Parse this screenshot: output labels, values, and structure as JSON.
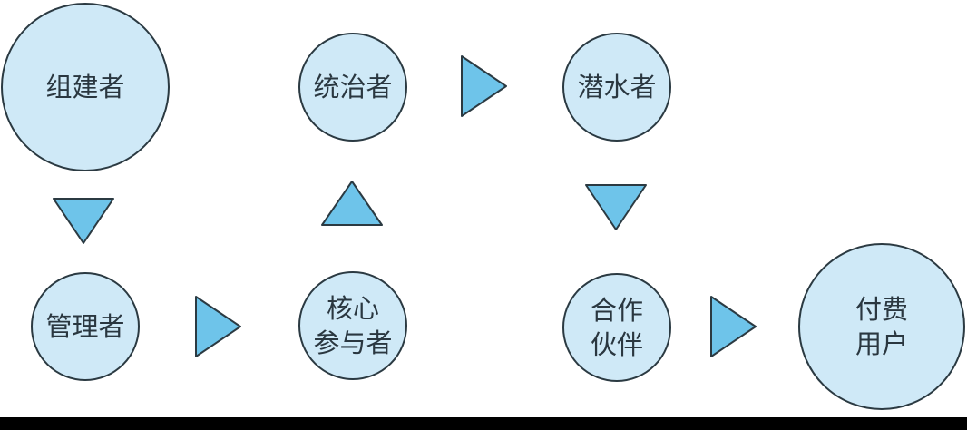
{
  "diagram": {
    "colors": {
      "node_fill": "#cfe9f7",
      "node_stroke": "#2b3a42",
      "arrow_fill": "#6ec4ea",
      "arrow_stroke": "#2b3a42",
      "text": "#2a3740",
      "background": "#ffffff"
    },
    "nodes": [
      {
        "id": "builder",
        "label": "组建者"
      },
      {
        "id": "ruler",
        "label": "统治者"
      },
      {
        "id": "lurker",
        "label": "潜水者"
      },
      {
        "id": "manager",
        "label": "管理者"
      },
      {
        "id": "core",
        "label": "核心\n参与者"
      },
      {
        "id": "partner",
        "label": "合作\n伙伴"
      },
      {
        "id": "paid",
        "label": "付费\n用户"
      }
    ],
    "edges": [
      {
        "from": "builder",
        "to": "manager",
        "direction": "down"
      },
      {
        "from": "manager",
        "to": "core",
        "direction": "right"
      },
      {
        "from": "core",
        "to": "ruler",
        "direction": "up"
      },
      {
        "from": "ruler",
        "to": "lurker",
        "direction": "right"
      },
      {
        "from": "lurker",
        "to": "partner",
        "direction": "down"
      },
      {
        "from": "partner",
        "to": "paid",
        "direction": "right"
      }
    ]
  }
}
